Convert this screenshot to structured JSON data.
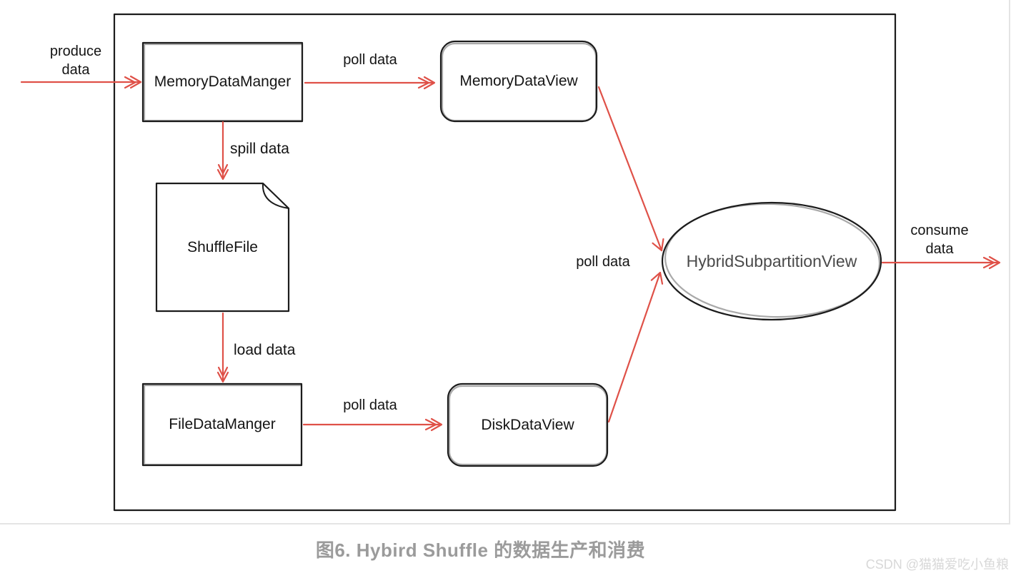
{
  "diagram": {
    "nodes": {
      "memory_data_manager": "MemoryDataManger",
      "memory_data_view": "MemoryDataView",
      "shuffle_file": "ShuffleFile",
      "file_data_manager": "FileDataManger",
      "disk_data_view": "DiskDataView",
      "hybrid_subpartition_view": "HybridSubpartitionView"
    },
    "labels": {
      "produce": "produce data",
      "poll_top": "poll data",
      "spill": "spill data",
      "load": "load data",
      "poll_bottom": "poll data",
      "poll_mid": "poll data",
      "consume": "consume data"
    },
    "colors": {
      "arrow_red": "#df5148",
      "shape_stroke": "#1c1c1c",
      "ellipse_text_gray": "#4a4a4a",
      "frame_gray": "#e4e4e4",
      "caption_gray": "#9b9b9b",
      "watermark_gray": "#d8d8d8"
    }
  },
  "caption": "图6. Hybird Shuffle 的数据生产和消费",
  "watermark": "CSDN @猫猫爱吃小鱼粮"
}
